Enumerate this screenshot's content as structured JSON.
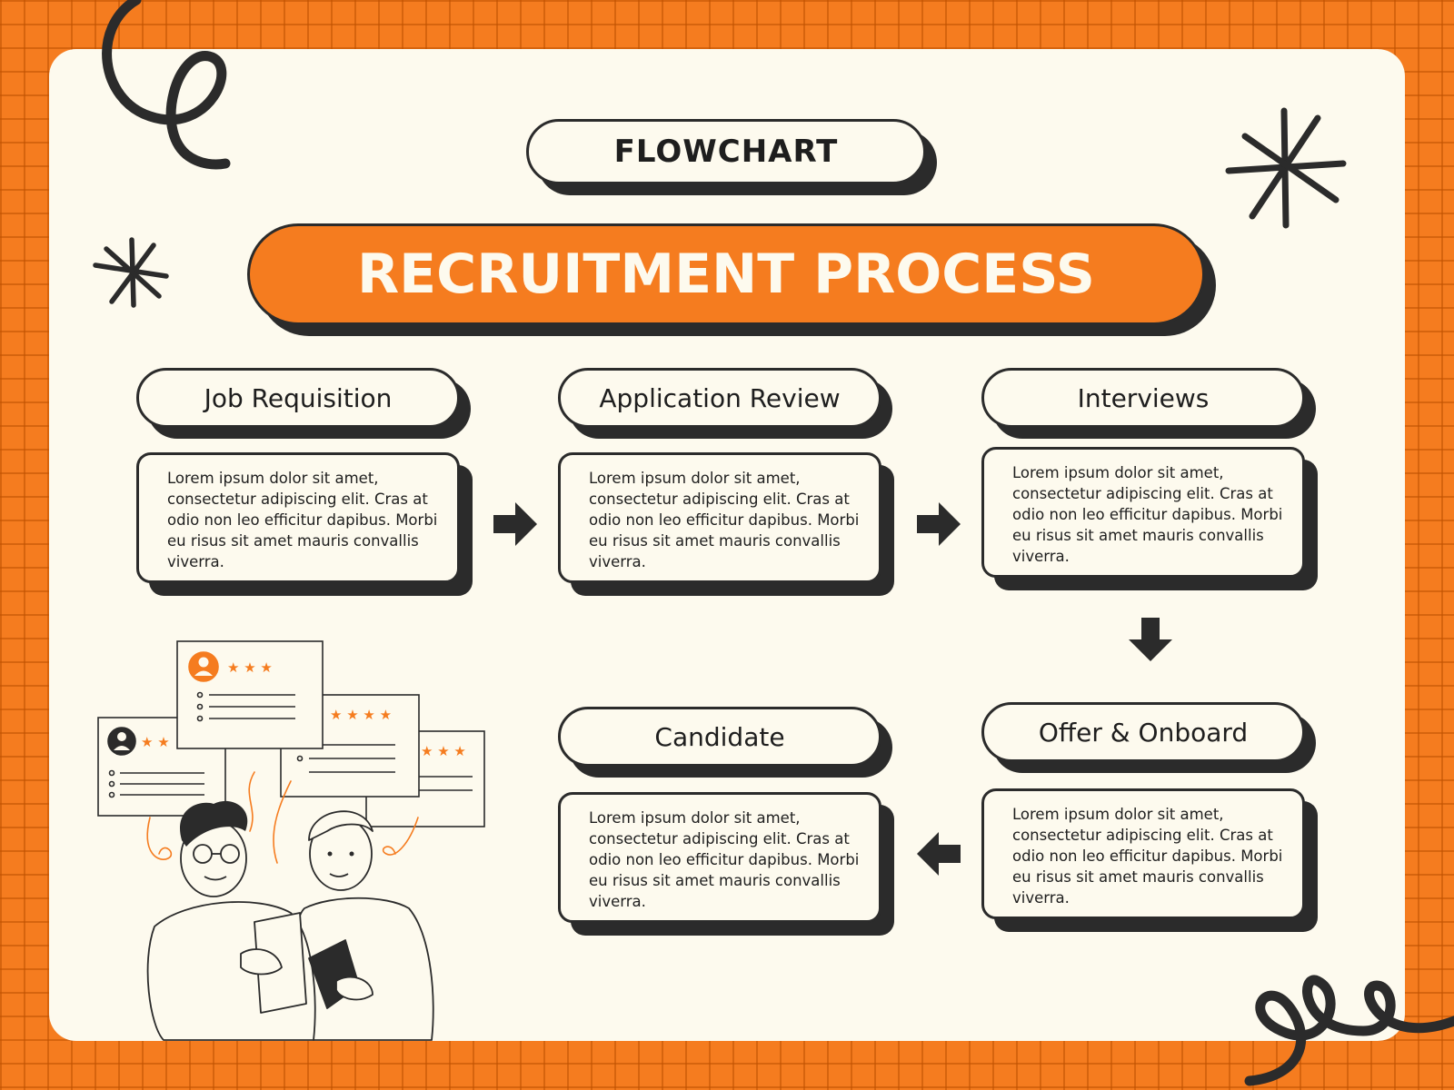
{
  "header": {
    "kicker": "FLOWCHART",
    "title": "RECRUITMENT PROCESS"
  },
  "steps": [
    {
      "title": "Job Requisition",
      "body": "Lorem ipsum dolor sit amet, consectetur adipiscing elit. Cras at odio non leo efficitur dapibus. Morbi eu risus sit amet mauris convallis viverra."
    },
    {
      "title": "Application Review",
      "body": "Lorem ipsum dolor sit amet, consectetur adipiscing elit. Cras at odio non leo efficitur dapibus. Morbi eu risus sit amet mauris convallis viverra."
    },
    {
      "title": "Interviews",
      "body": "Lorem ipsum dolor sit amet, consectetur adipiscing elit. Cras at odio non leo efficitur dapibus. Morbi eu risus sit amet mauris convallis viverra."
    },
    {
      "title": "Offer & Onboard",
      "body": "Lorem ipsum dolor sit amet, consectetur adipiscing elit. Cras at odio non leo efficitur dapibus. Morbi eu risus sit amet mauris convallis viverra."
    },
    {
      "title": "Candidate",
      "body": "Lorem ipsum dolor sit amet, consectetur adipiscing elit. Cras at odio non leo efficitur dapibus. Morbi eu risus sit amet mauris convallis viverra."
    }
  ],
  "colors": {
    "accent": "#f57c1f",
    "ink": "#2b2b2b",
    "paper": "#fdfaee"
  }
}
